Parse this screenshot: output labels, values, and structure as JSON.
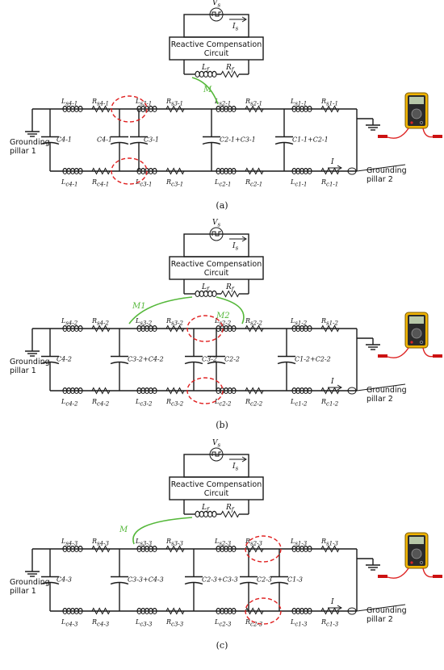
{
  "panels": [
    {
      "caption": "(a)",
      "source": {
        "voltage": "V",
        "voltage_sub": "s",
        "current": "I",
        "current_sub": "s"
      },
      "rcc": {
        "line1": "Reactive Compensation",
        "line2": "Circuit"
      },
      "lf": {
        "L": "L",
        "L_sub": "f",
        "R": "R",
        "R_sub": "f"
      },
      "mutual": [
        "M"
      ],
      "top_labels": [
        "L",
        "s4-1",
        "R",
        "s4-1",
        "L",
        "s3-1",
        "R",
        "s3-1",
        "L",
        "s2-1",
        "R",
        "s2-1",
        "L",
        "s1-1",
        "R",
        "s1-1"
      ],
      "bottom_labels": [
        "L",
        "c4-1",
        "R",
        "c4-1",
        "L",
        "c3-1",
        "R",
        "c3-1",
        "L",
        "c2-1",
        "R",
        "c2-1",
        "L",
        "c1-1",
        "R",
        "c1-1"
      ],
      "caps": [
        "C4-1",
        "C4-1",
        "C3-1",
        "C2-1+C3-1",
        "C1-1+C2-1"
      ],
      "current": "I",
      "ground1": "Grounding pillar 1",
      "ground2": "Grounding pillar 2"
    },
    {
      "caption": "(b)",
      "source": {
        "voltage": "V",
        "voltage_sub": "s",
        "current": "I",
        "current_sub": "s"
      },
      "rcc": {
        "line1": "Reactive Compensation",
        "line2": "Circuit"
      },
      "lf": {
        "L": "L",
        "L_sub": "f",
        "R": "R",
        "R_sub": "f"
      },
      "mutual": [
        "M1",
        "M2"
      ],
      "caps": [
        "C4-2",
        "C3-2+C4-2",
        "C3-2",
        "C2-2",
        "C1-2+C2-2"
      ],
      "current": "I",
      "ground1": "Grounding pillar 1",
      "ground2": "Grounding pillar 2"
    },
    {
      "caption": "(c)",
      "source": {
        "voltage": "V",
        "voltage_sub": "s",
        "current": "I",
        "current_sub": "s"
      },
      "rcc": {
        "line1": "Reactive Compensation",
        "line2": "Circuit"
      },
      "lf": {
        "L": "L",
        "L_sub": "f",
        "R": "R",
        "R_sub": "f"
      },
      "mutual": [
        "M"
      ],
      "caps": [
        "C4-3",
        "C3-3+C4-3",
        "C2-3+C3-3",
        "C2-3",
        "C1-3"
      ],
      "current": "I",
      "ground1": "Grounding pillar 1",
      "ground2": "Grounding pillar 2"
    }
  ],
  "colors": {
    "wire": "#1a1a1a",
    "highlight": "#e02020",
    "mutual": "#55b83a",
    "meter_body": "#f0b400"
  },
  "icons": [
    "ac-square-wave-source-icon",
    "ground-icon",
    "multimeter-icon",
    "current-probe-icon"
  ]
}
